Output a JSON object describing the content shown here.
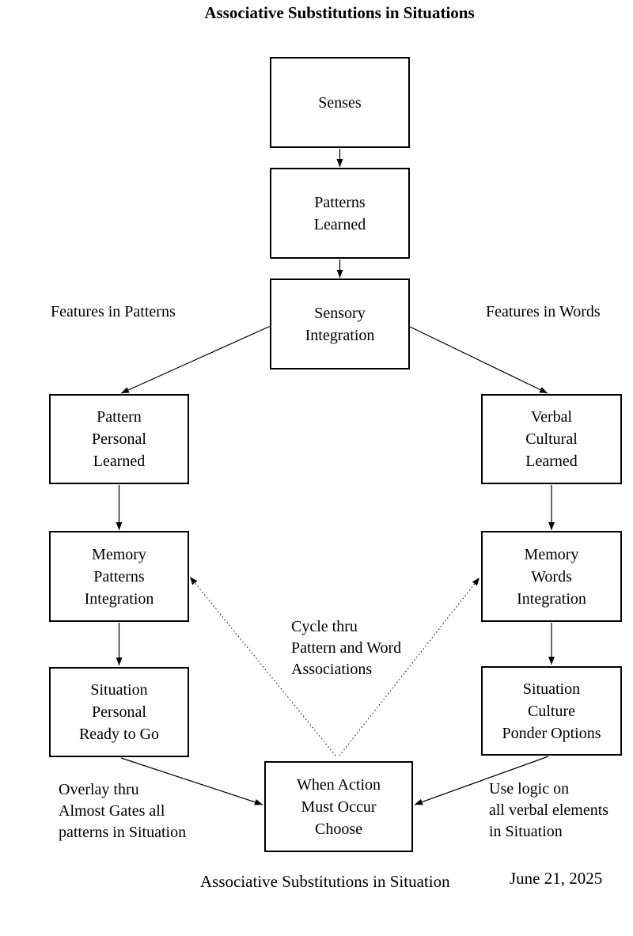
{
  "title": {
    "text": "Associative Substitutions\nin Situations"
  },
  "nodes": {
    "senses": "Senses",
    "patterns_learned": "Patterns\nLearned",
    "sensory_integration": "Sensory\nIntegration",
    "pattern_personal_learned": "Pattern\nPersonal\nLearned",
    "verbal_cultural_learned": "Verbal\nCultural\nLearned",
    "memory_patterns_integration": "Memory\nPatterns\nIntegration",
    "memory_words_integration": "Memory\nWords\nIntegration",
    "situation_personal_ready": "Situation\nPersonal\nReady to Go",
    "situation_culture_ponder": "Situation\nCulture\nPonder Options",
    "when_action_choose": "When Action\nMust Occur\nChoose"
  },
  "annotations": {
    "features_in_patterns": "Features in Patterns",
    "features_in_words": "Features in Words",
    "cycle_note": "Cycle thru\nPattern and Word\nAssociations",
    "overlay_note": "Overlay thru\nAlmost Gates all\npatterns in Situation",
    "logic_note": "Use logic on\nall verbal elements\nin Situation",
    "caption": "Associative Substitutions in Situation",
    "date": "June 21, 2025"
  },
  "edges": [
    {
      "from": "senses",
      "to": "patterns_learned",
      "style": "solid"
    },
    {
      "from": "patterns_learned",
      "to": "sensory_integration",
      "style": "solid"
    },
    {
      "from": "sensory_integration",
      "to": "pattern_personal_learned",
      "style": "solid"
    },
    {
      "from": "sensory_integration",
      "to": "verbal_cultural_learned",
      "style": "solid"
    },
    {
      "from": "pattern_personal_learned",
      "to": "memory_patterns_integration",
      "style": "solid"
    },
    {
      "from": "memory_patterns_integration",
      "to": "situation_personal_ready",
      "style": "solid"
    },
    {
      "from": "verbal_cultural_learned",
      "to": "memory_words_integration",
      "style": "solid"
    },
    {
      "from": "memory_words_integration",
      "to": "situation_culture_ponder",
      "style": "solid"
    },
    {
      "from": "situation_personal_ready",
      "to": "when_action_choose",
      "style": "solid"
    },
    {
      "from": "situation_culture_ponder",
      "to": "when_action_choose",
      "style": "solid"
    },
    {
      "from": "when_action_choose",
      "to": "memory_patterns_integration",
      "style": "dotted"
    },
    {
      "from": "when_action_choose",
      "to": "memory_words_integration",
      "style": "dotted"
    }
  ],
  "colors": {
    "background": "#ffffff",
    "line": "#000000",
    "text": "#000000"
  }
}
